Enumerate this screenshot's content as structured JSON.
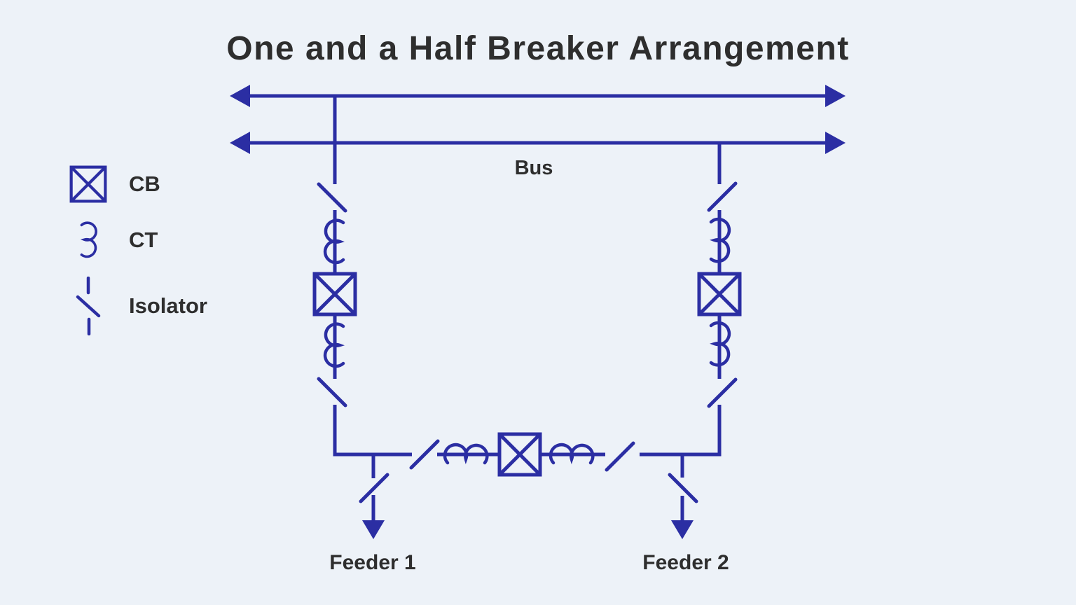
{
  "title": "One and a Half Breaker Arrangement",
  "bus": {
    "label": "Bus"
  },
  "legend": {
    "items": [
      {
        "label": "CB",
        "icon": "circuit-breaker-icon"
      },
      {
        "label": "CT",
        "icon": "current-transformer-icon"
      },
      {
        "label": "Isolator",
        "icon": "isolator-icon"
      }
    ]
  },
  "feeders": [
    {
      "label": "Feeder 1"
    },
    {
      "label": "Feeder 2"
    }
  ],
  "colors": {
    "background": "#edf2f8",
    "line": "#2b2ea3",
    "text": "#2e2e2e"
  }
}
